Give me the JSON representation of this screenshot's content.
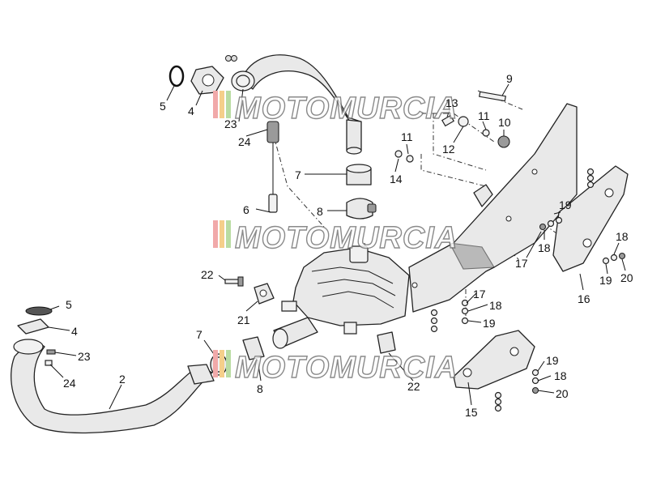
{
  "watermark": {
    "text": "MOTOMURCIA",
    "stripe_colors": [
      "#f1a9a9",
      "#f5cf8a",
      "#b9dca2"
    ]
  },
  "callouts": {
    "c5a": "5",
    "c4a": "4",
    "c23a": "23",
    "c24a": "24",
    "c6": "6",
    "c7a": "7",
    "c8a": "8",
    "c9": "9",
    "c13": "13",
    "c11a": "11",
    "c10": "10",
    "c12": "12",
    "c11b": "11",
    "c14": "14",
    "c19a": "19",
    "c18a": "18",
    "c17a": "17",
    "c16": "16",
    "c18b": "18",
    "c19b": "19",
    "c20a": "20",
    "c22a": "22",
    "c21": "21",
    "c5b": "5",
    "c4b": "4",
    "c23b": "23",
    "c24b": "24",
    "c2": "2",
    "c7b": "7",
    "c8b": "8",
    "c22b": "22",
    "c17b": "17",
    "c18c": "18",
    "c19c": "19",
    "c19d": "19",
    "c18d": "18",
    "c20b": "20",
    "c15": "15"
  }
}
